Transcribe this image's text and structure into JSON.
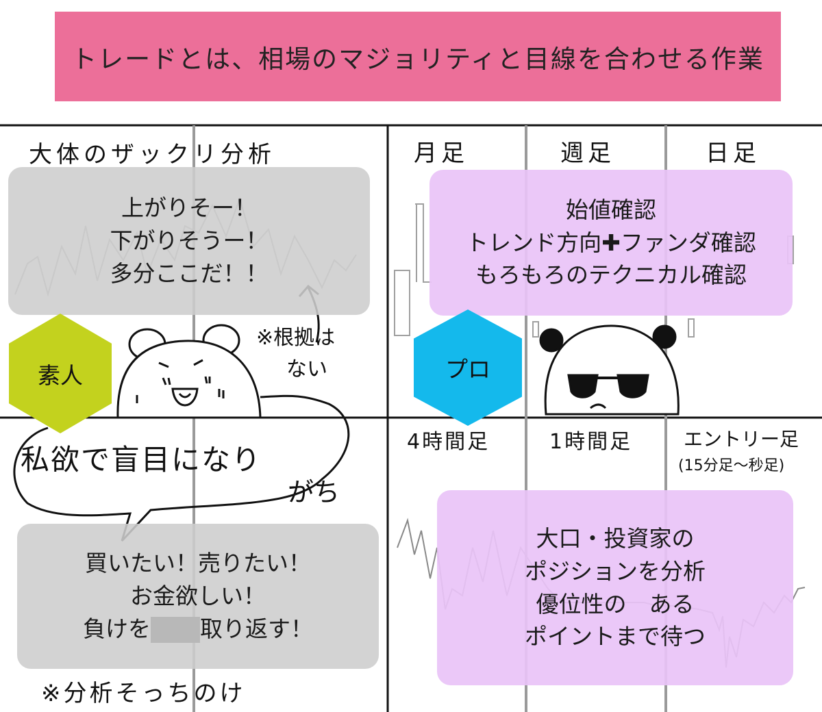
{
  "banner": {
    "text": "トレードとは、相場のマジョリティと目線を合わせる作業"
  },
  "top_left": {
    "heading": "大体のザックリ分析",
    "lines": [
      "上がりそー！",
      "下がりそうー！",
      "多分ここだ！！"
    ],
    "note_1": "※根拠は",
    "note_2": "ない",
    "badge": "素人"
  },
  "top_right": {
    "timeframes": [
      "月足",
      "週足",
      "日足"
    ],
    "lines": [
      "始値確認",
      "トレンド方向✚ファンダ確認",
      "もろもろのテクニカル確認"
    ],
    "badge": "プロ"
  },
  "bottom_left": {
    "bubble_1": "私欲で盲目になり",
    "bubble_2": "がち",
    "line_1": "買いたい！売りたい！",
    "line_2": "お金欲しい！",
    "line_3_a": "負けを",
    "line_3_b": "取り返す！",
    "footnote": "※分析そっちのけ"
  },
  "bottom_right": {
    "timeframes": [
      "4時間足",
      "1時間足",
      "エントリー足"
    ],
    "timeframe_note": "(15分足〜秒足)",
    "lines": [
      "大口・投資家の",
      "ポジションを分析",
      "優位性の　ある",
      "ポイントまで待つ"
    ]
  },
  "colors": {
    "banner": "#ec6f99",
    "gray_box": "#cdcdcd",
    "purple_box": "#e9c3f7",
    "amateur": "#c3d21e",
    "pro": "#14b9ec"
  }
}
